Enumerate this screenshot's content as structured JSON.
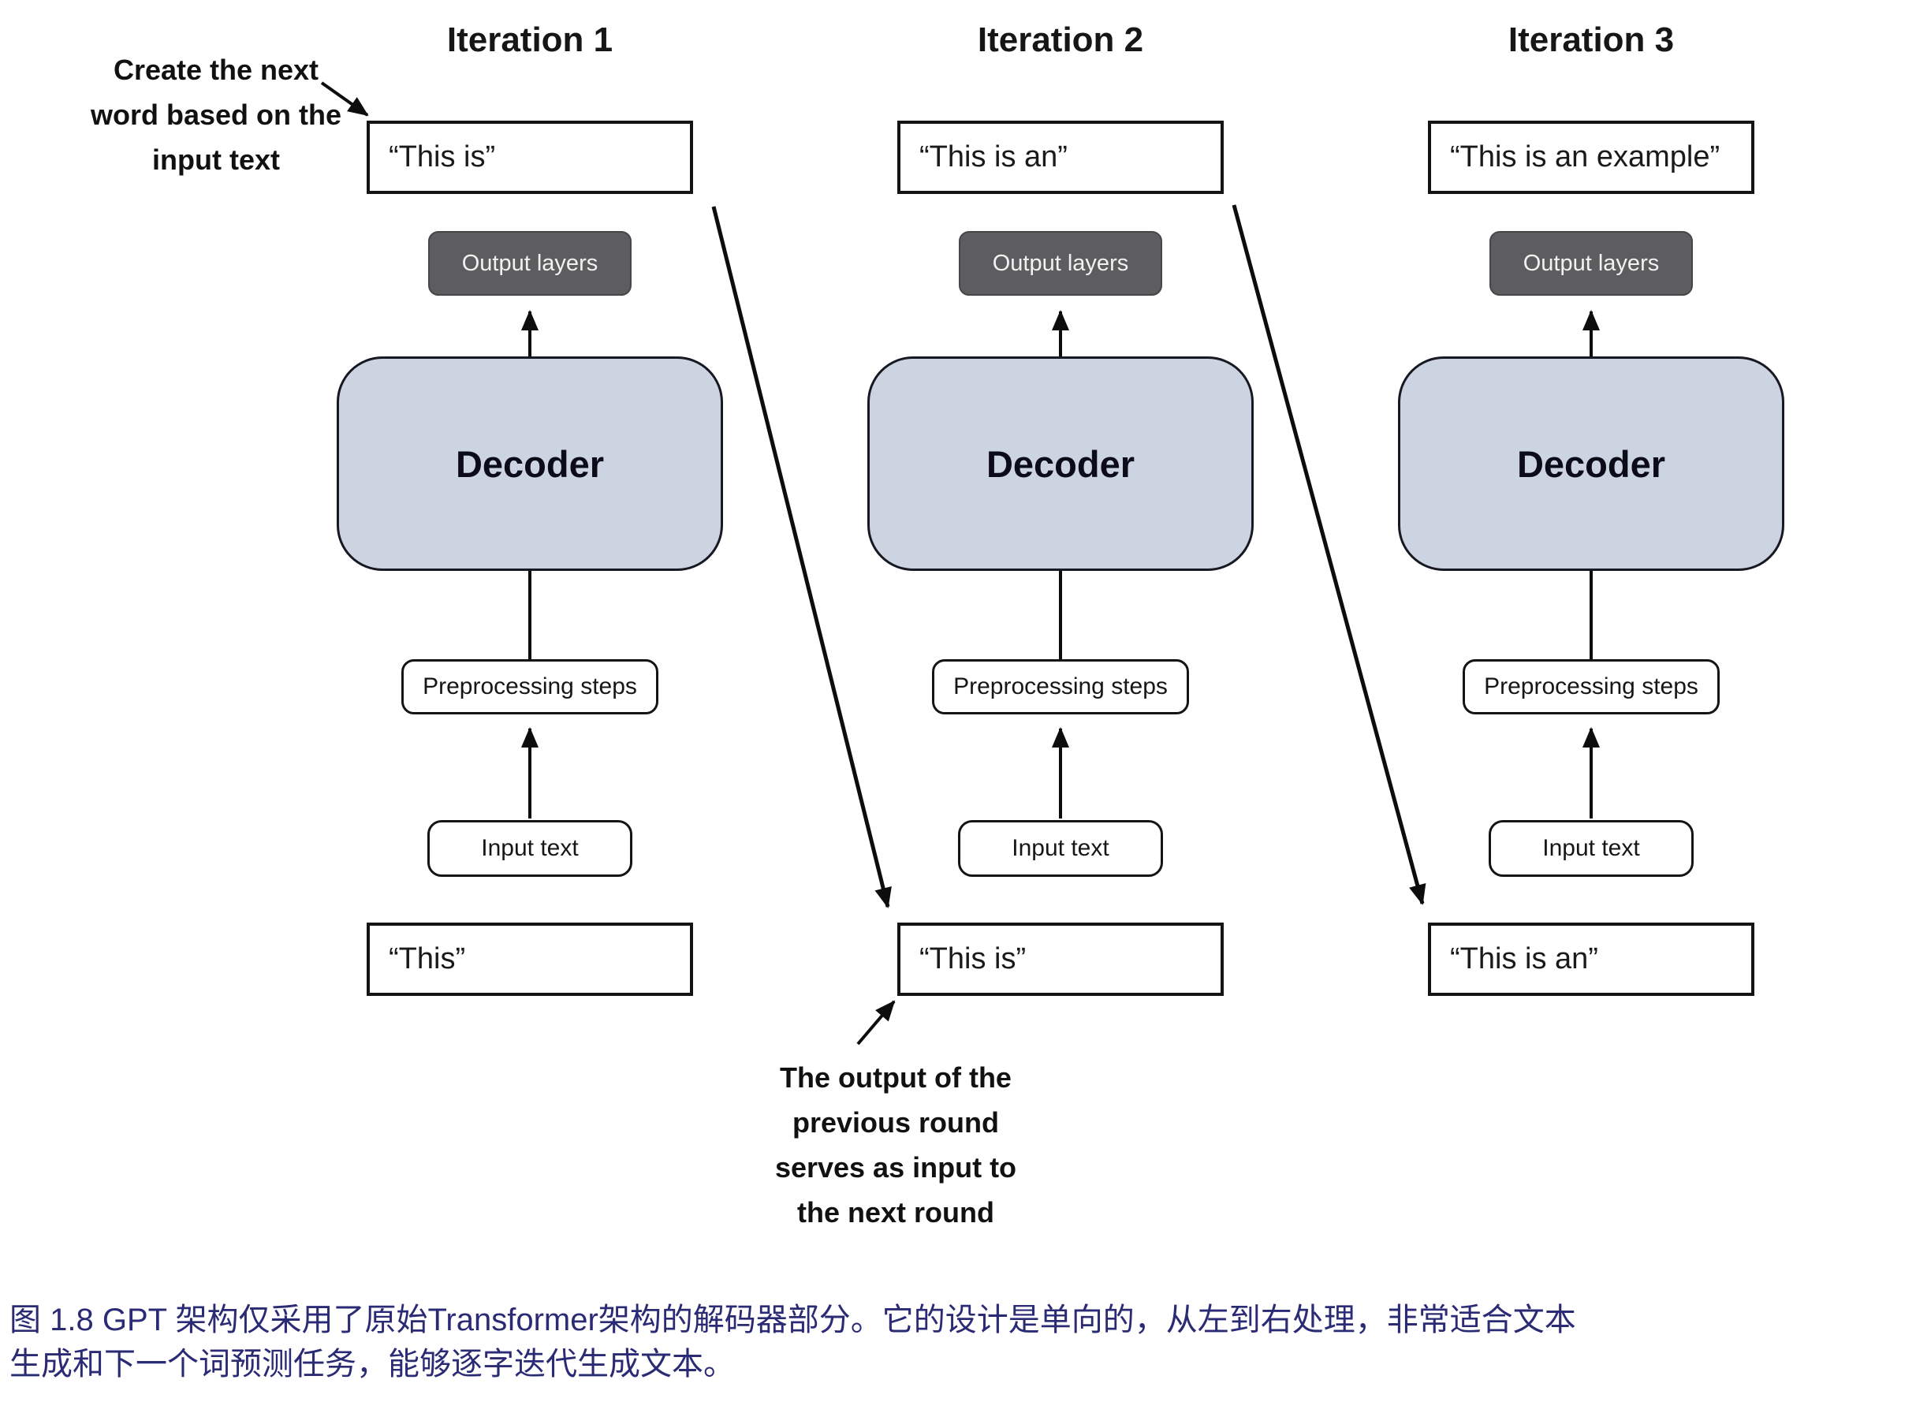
{
  "figure": {
    "iterations": [
      {
        "title": "Iteration 1",
        "output_quote": "“This is”",
        "output_layers_label": "Output layers",
        "decoder_label": "Decoder",
        "preprocessing_label": "Preprocessing steps",
        "input_label": "Input text",
        "input_quote": "“This”"
      },
      {
        "title": "Iteration 2",
        "output_quote": "“This is an”",
        "output_layers_label": "Output layers",
        "decoder_label": "Decoder",
        "preprocessing_label": "Preprocessing steps",
        "input_label": "Input text",
        "input_quote": "“This is”"
      },
      {
        "title": "Iteration 3",
        "output_quote": "“This is an example”",
        "output_layers_label": "Output layers",
        "decoder_label": "Decoder",
        "preprocessing_label": "Preprocessing steps",
        "input_label": "Input text",
        "input_quote": "“This is an”"
      }
    ],
    "annotations": {
      "top_left_lines": [
        "Create the next",
        "word based on the",
        "input text"
      ],
      "bottom_lines": [
        "The output of the",
        "previous round",
        "serves as input to",
        "the next round"
      ]
    },
    "caption": {
      "line1": "图 1.8  GPT 架构仅采用了原始Transformer架构的解码器部分。它的设计是单向的，从左到右处理，非常适合文本",
      "line2": "生成和下一个词预测任务，能够逐字迭代生成文本。"
    },
    "colors": {
      "decoder_fill": "#ccd4e2",
      "output_layers_fill": "#5d5d5f",
      "caption_text": "#2b2b75",
      "box_border": "#141414"
    }
  }
}
